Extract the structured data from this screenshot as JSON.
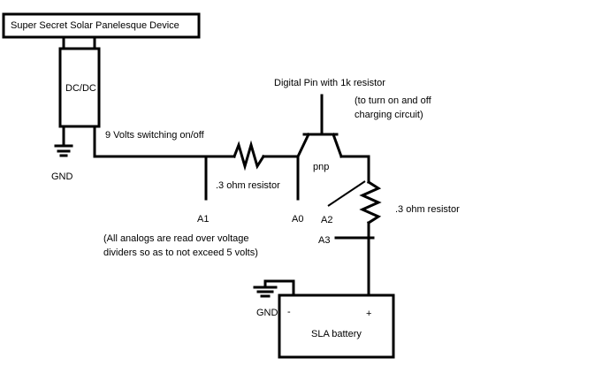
{
  "device": {
    "label": "Super Secret Solar Panelesque Device"
  },
  "converter": {
    "label": "DC/DC"
  },
  "ground": {
    "left_label": "GND",
    "battery_label": "GND"
  },
  "wires": {
    "supply_label": "9 Volts switching on/off"
  },
  "resistors": {
    "r1_label": ".3 ohm resistor",
    "r2_label": ".3 ohm resistor"
  },
  "transistor": {
    "base_label": "Digital Pin with 1k resistor",
    "note_line1": "(to turn on and off",
    "note_line2": "charging circuit)",
    "type_label": "pnp"
  },
  "analog_pins": {
    "a0": "A0",
    "a1": "A1",
    "a2": "A2",
    "a3": "A3"
  },
  "note": {
    "line1": "(All analogs are read over voltage",
    "line2": "dividers so as to not exceed 5 volts)"
  },
  "battery": {
    "label": "SLA battery",
    "minus": "-",
    "plus": "+"
  }
}
